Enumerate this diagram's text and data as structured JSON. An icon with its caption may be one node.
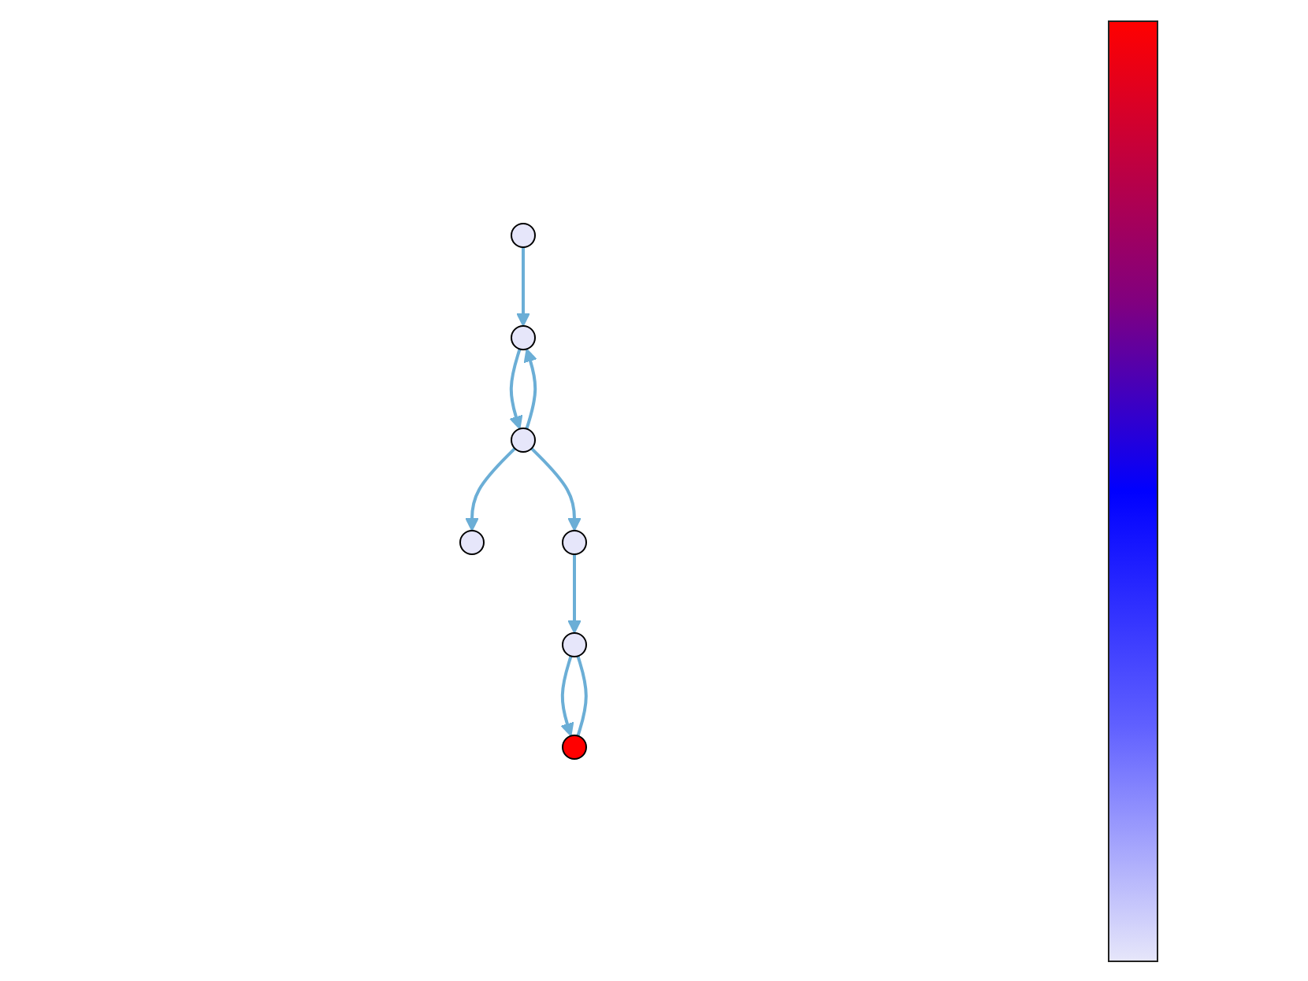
{
  "diagram": {
    "nodes": [
      {
        "text": [],
        "shape": "circle"
      },
      {
        "text": [],
        "shape": "circle"
      },
      {
        "text": [],
        "shape": "circle"
      },
      {
        "text": [],
        "shape": "circle"
      },
      {
        "text": [],
        "shape": "circle"
      },
      {
        "text": [],
        "shape": "circle"
      },
      {
        "text": [],
        "shape": "circle"
      }
    ],
    "edges": [
      {
        "from": 0,
        "to": 1,
        "arrow": "to"
      },
      {
        "from": 1,
        "to": 3,
        "arrow": "to"
      },
      {
        "from": 3,
        "to": 1,
        "arrow": "to"
      },
      {
        "from": 3,
        "to": 5,
        "arrow": "to"
      },
      {
        "from": 3,
        "to": 6,
        "arrow": "to"
      },
      {
        "from": 6,
        "to": 2,
        "arrow": "to"
      },
      {
        "from": 2,
        "to": 4,
        "arrow": "to"
      },
      {
        "from": 4,
        "to": 2,
        "arrow": "none"
      }
    ]
  }
}
